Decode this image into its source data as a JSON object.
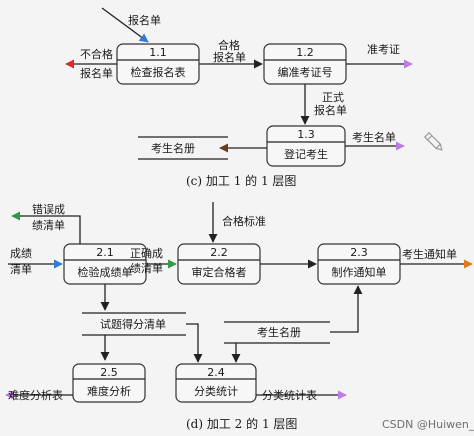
{
  "colors": {
    "blue": "#2f7bd9",
    "red": "#d92b2b",
    "violet": "#c07ae6",
    "brown": "#6a3b1f",
    "green": "#2e9a4c",
    "orange": "#e07b18",
    "dark": "#222222"
  },
  "part_c": {
    "in_report": "报名单",
    "reject_1": "不合格",
    "reject_2": "报名单",
    "p11_id": "1.1",
    "p11_name": "检查报名表",
    "qual_1": "合格",
    "qual_2": "报名单",
    "p12_id": "1.2",
    "p12_name": "编准考证号",
    "admission": "准考证",
    "official_1": "正式",
    "official_2": "报名单",
    "p13_id": "1.3",
    "p13_name": "登记考生",
    "store_roster": "考生名册",
    "roster_out": "考生名单",
    "caption": "(c) 加工 1 的 1 层图"
  },
  "part_d": {
    "err_1": "错误成",
    "err_2": "绩清单",
    "in_1": "成绩",
    "in_2": "清单",
    "p21_id": "2.1",
    "p21_name": "检验成绩单",
    "ok_1": "正确成",
    "ok_2": "绩清单",
    "standard": "合格标准",
    "p22_id": "2.2",
    "p22_name": "审定合格者",
    "p23_id": "2.3",
    "p23_name": "制作通知单",
    "notice": "考生通知单",
    "store_scores": "试题得分清单",
    "store_roster": "考生名册",
    "p25_id": "2.5",
    "p25_name": "难度分析",
    "p24_id": "2.4",
    "p24_name": "分类统计",
    "difficulty": "难度分析表",
    "stats": "分类统计表",
    "caption": "(d) 加工 2 的 1 层图"
  },
  "watermark": "CSDN @Huiwen_Z",
  "icons": [
    "pencil-icon"
  ]
}
